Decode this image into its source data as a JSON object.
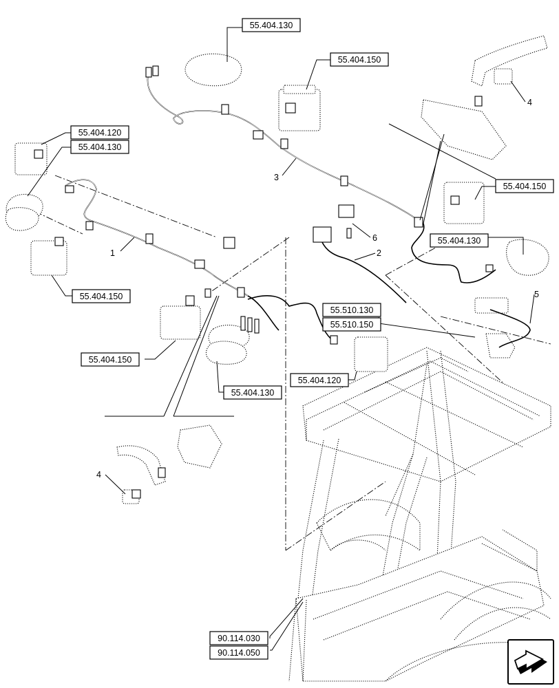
{
  "references": {
    "r1": "55.404.130",
    "r2": "55.404.150",
    "r3": "55.404.120",
    "r4": "55.404.130",
    "r5": "55.404.150",
    "r6": "55.404.130",
    "r7": "55.404.150",
    "r8": "55.510.130",
    "r9": "55.510.150",
    "r10": "55.404.150",
    "r11": "55.404.120",
    "r12": "55.404.130",
    "r13": "90.114.030",
    "r14": "90.114.050"
  },
  "callouts": {
    "c1": "1",
    "c2": "2",
    "c3": "3",
    "c4a": "4",
    "c4b": "4",
    "c5": "5",
    "c6": "6"
  },
  "nav": {
    "icon": "next-page-arrow-icon"
  }
}
